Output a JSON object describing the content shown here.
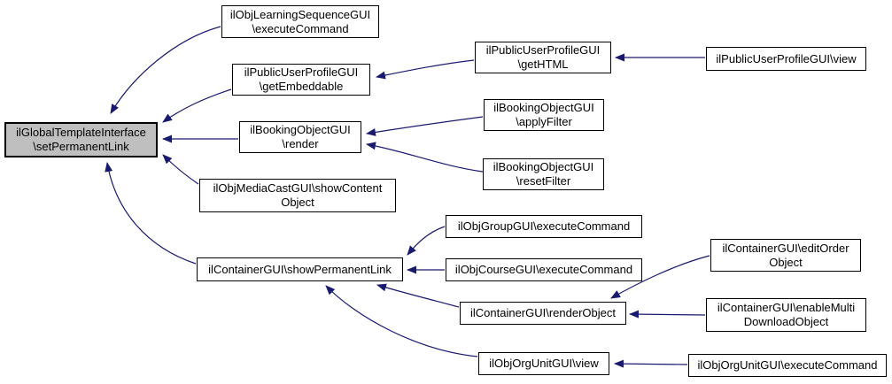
{
  "diagram": {
    "type": "caller-graph",
    "colors": {
      "edge": "#191970",
      "node_border": "#000000",
      "node_fill": "#ffffff",
      "root_fill": "#bfbfbf"
    },
    "nodes": [
      {
        "id": "setPermanentLink",
        "lines": [
          "ilGlobalTemplateInterface",
          "\\setPermanentLink"
        ],
        "highlighted": true
      },
      {
        "id": "lsExecuteCommand",
        "lines": [
          "ilObjLearningSequenceGUI",
          "\\executeCommand"
        ]
      },
      {
        "id": "getEmbeddable",
        "lines": [
          "ilPublicUserProfileGUI",
          "\\getEmbeddable"
        ]
      },
      {
        "id": "getHTML",
        "lines": [
          "ilPublicUserProfileGUI",
          "\\getHTML"
        ]
      },
      {
        "id": "pupView",
        "lines": [
          "ilPublicUserProfileGUI\\view"
        ]
      },
      {
        "id": "render",
        "lines": [
          "ilBookingObjectGUI",
          "\\render"
        ]
      },
      {
        "id": "applyFilter",
        "lines": [
          "ilBookingObjectGUI",
          "\\applyFilter"
        ]
      },
      {
        "id": "resetFilter",
        "lines": [
          "ilBookingObjectGUI",
          "\\resetFilter"
        ]
      },
      {
        "id": "showContentObject",
        "lines": [
          "ilObjMediaCastGUI\\showContent",
          "Object"
        ]
      },
      {
        "id": "showPermanentLink",
        "lines": [
          "ilContainerGUI\\showPermanentLink"
        ]
      },
      {
        "id": "groupExecuteCommand",
        "lines": [
          "ilObjGroupGUI\\executeCommand"
        ]
      },
      {
        "id": "courseExecuteCommand",
        "lines": [
          "ilObjCourseGUI\\executeCommand"
        ]
      },
      {
        "id": "renderObject",
        "lines": [
          "ilContainerGUI\\renderObject"
        ]
      },
      {
        "id": "editOrderObject",
        "lines": [
          "ilContainerGUI\\editOrder",
          "Object"
        ]
      },
      {
        "id": "enableMultiDownload",
        "lines": [
          "ilContainerGUI\\enableMulti",
          "DownloadObject"
        ]
      },
      {
        "id": "orgUnitView",
        "lines": [
          "ilObjOrgUnitGUI\\view"
        ]
      },
      {
        "id": "orgUnitExecuteCommand",
        "lines": [
          "ilObjOrgUnitGUI\\executeCommand"
        ]
      }
    ],
    "edges": [
      {
        "from": "ilObjLearningSequenceGUI\\executeCommand",
        "to": "ilGlobalTemplateInterface\\setPermanentLink"
      },
      {
        "from": "ilPublicUserProfileGUI\\getEmbeddable",
        "to": "ilGlobalTemplateInterface\\setPermanentLink"
      },
      {
        "from": "ilBookingObjectGUI\\render",
        "to": "ilGlobalTemplateInterface\\setPermanentLink"
      },
      {
        "from": "ilObjMediaCastGUI\\showContentObject",
        "to": "ilGlobalTemplateInterface\\setPermanentLink"
      },
      {
        "from": "ilContainerGUI\\showPermanentLink",
        "to": "ilGlobalTemplateInterface\\setPermanentLink"
      },
      {
        "from": "ilPublicUserProfileGUI\\getHTML",
        "to": "ilPublicUserProfileGUI\\getEmbeddable"
      },
      {
        "from": "ilPublicUserProfileGUI\\view",
        "to": "ilPublicUserProfileGUI\\getHTML"
      },
      {
        "from": "ilBookingObjectGUI\\applyFilter",
        "to": "ilBookingObjectGUI\\render"
      },
      {
        "from": "ilBookingObjectGUI\\resetFilter",
        "to": "ilBookingObjectGUI\\render"
      },
      {
        "from": "ilObjGroupGUI\\executeCommand",
        "to": "ilContainerGUI\\showPermanentLink"
      },
      {
        "from": "ilObjCourseGUI\\executeCommand",
        "to": "ilContainerGUI\\showPermanentLink"
      },
      {
        "from": "ilContainerGUI\\renderObject",
        "to": "ilContainerGUI\\showPermanentLink"
      },
      {
        "from": "ilObjOrgUnitGUI\\view",
        "to": "ilContainerGUI\\showPermanentLink"
      },
      {
        "from": "ilContainerGUI\\editOrderObject",
        "to": "ilContainerGUI\\renderObject"
      },
      {
        "from": "ilContainerGUI\\enableMultiDownloadObject",
        "to": "ilContainerGUI\\renderObject"
      },
      {
        "from": "ilObjOrgUnitGUI\\executeCommand",
        "to": "ilObjOrgUnitGUI\\view"
      }
    ]
  }
}
